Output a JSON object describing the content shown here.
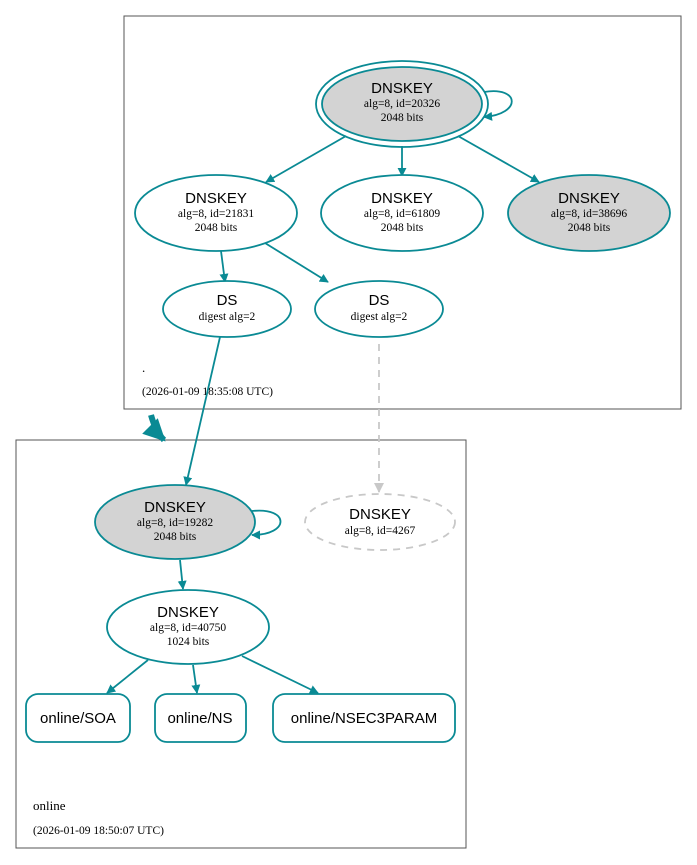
{
  "colors": {
    "edge": "#0a8a94",
    "node_stroke": "#0a8a94",
    "node_fill_gray": "#d3d3d3",
    "missing": "#c8c8c8",
    "zone_border": "#555555"
  },
  "zones": {
    "root": {
      "name": ".",
      "timestamp": "(2026-01-09 18:35:08 UTC)"
    },
    "online": {
      "name": "online",
      "timestamp": "(2026-01-09 18:50:07 UTC)"
    }
  },
  "nodes": {
    "root_ksk": {
      "title": "DNSKEY",
      "line1": "alg=8, id=20326",
      "line2": "2048 bits"
    },
    "root_zsk1": {
      "title": "DNSKEY",
      "line1": "alg=8, id=21831",
      "line2": "2048 bits"
    },
    "root_zsk2": {
      "title": "DNSKEY",
      "line1": "alg=8, id=61809",
      "line2": "2048 bits"
    },
    "root_zsk3": {
      "title": "DNSKEY",
      "line1": "alg=8, id=38696",
      "line2": "2048 bits"
    },
    "ds1": {
      "title": "DS",
      "line1": "digest alg=2"
    },
    "ds2": {
      "title": "DS",
      "line1": "digest alg=2"
    },
    "online_ksk": {
      "title": "DNSKEY",
      "line1": "alg=8, id=19282",
      "line2": "2048 bits"
    },
    "online_missing": {
      "title": "DNSKEY",
      "line1": "alg=8, id=4267"
    },
    "online_zsk": {
      "title": "DNSKEY",
      "line1": "alg=8, id=40750",
      "line2": "1024 bits"
    },
    "rr_soa": {
      "label": "online/SOA"
    },
    "rr_ns": {
      "label": "online/NS"
    },
    "rr_nsec3param": {
      "label": "online/NSEC3PARAM"
    }
  }
}
